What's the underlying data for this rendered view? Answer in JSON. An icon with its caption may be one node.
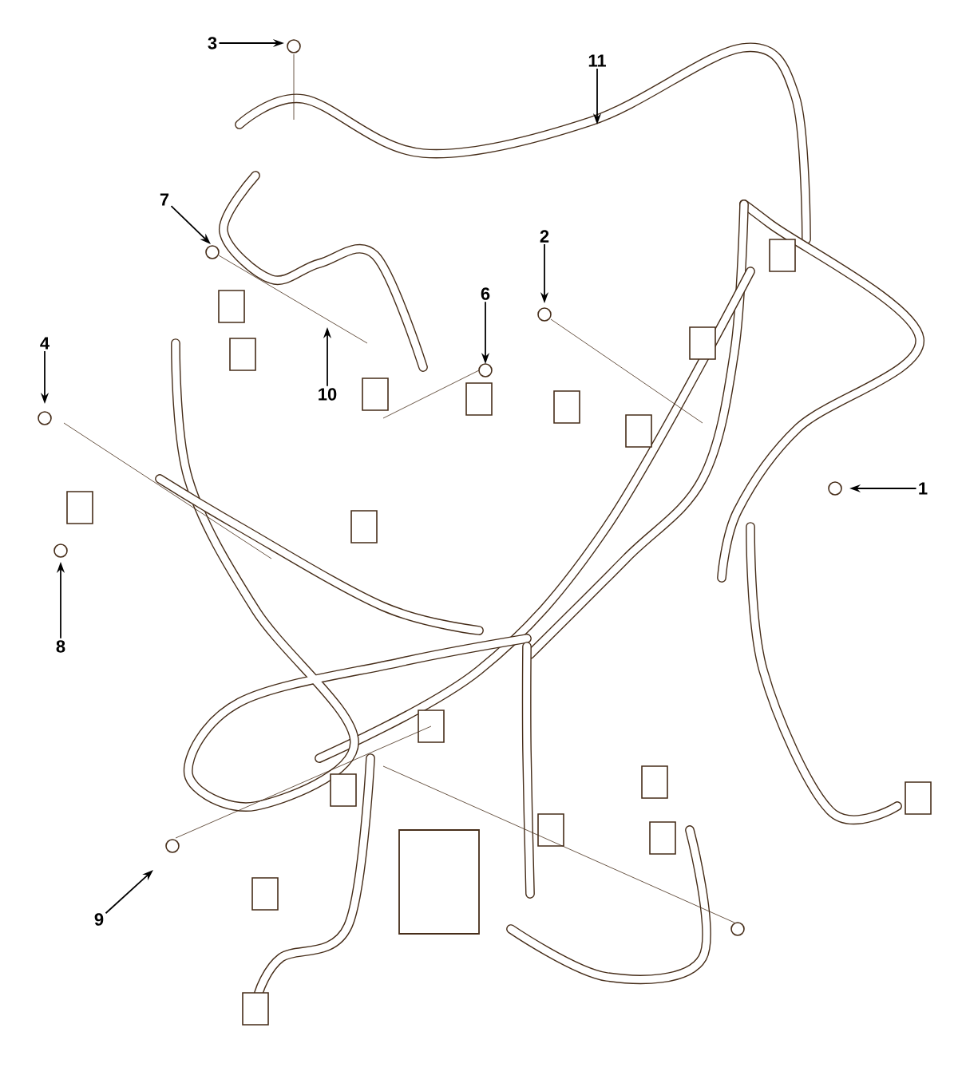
{
  "diagram": {
    "nodes": [
      {
        "text": [
          "1"
        ]
      },
      {
        "text": [
          "2"
        ]
      },
      {
        "text": [
          "3"
        ]
      },
      {
        "text": [
          "4"
        ]
      },
      {
        "text": [
          "6"
        ]
      },
      {
        "text": [
          "7"
        ]
      },
      {
        "text": [
          "8"
        ]
      },
      {
        "text": [
          "9"
        ]
      },
      {
        "text": [
          "10"
        ]
      },
      {
        "text": [
          "11"
        ]
      }
    ],
    "edges": [
      {
        "from": 0,
        "to": null,
        "arrow": "to"
      },
      {
        "from": 1,
        "to": null,
        "arrow": "to"
      },
      {
        "from": 2,
        "to": null,
        "arrow": "to"
      },
      {
        "from": 3,
        "to": null,
        "arrow": "to"
      },
      {
        "from": 4,
        "to": null,
        "arrow": "to"
      },
      {
        "from": 5,
        "to": null,
        "arrow": "to"
      },
      {
        "from": 6,
        "to": null,
        "arrow": "to"
      },
      {
        "from": 7,
        "to": null,
        "arrow": "to"
      },
      {
        "from": 8,
        "to": null,
        "arrow": "to"
      },
      {
        "from": 9,
        "to": null,
        "arrow": "to"
      }
    ]
  }
}
